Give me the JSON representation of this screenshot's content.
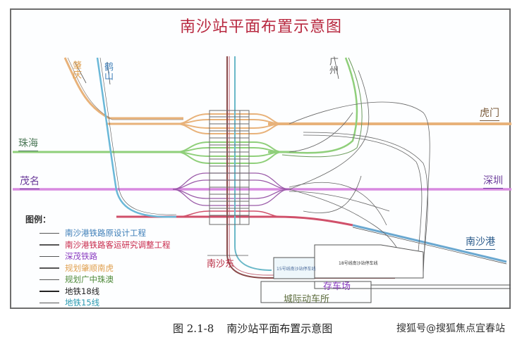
{
  "title": "南沙站平面布置示意图",
  "caption": {
    "figure_number": "图 2.1-8",
    "text": "南沙站平面布置示意图"
  },
  "watermark": "搜狐号@搜狐焦点宜春站",
  "directions": {
    "zhaoqing": "肇庆",
    "heshan": "鹤山",
    "guangzhou": "广州",
    "humen": "虎门",
    "zhuhai": "珠海",
    "maoming": "茂名",
    "shenzhen": "深圳",
    "nanshagang": "南沙港",
    "nansha": "南沙东"
  },
  "facilities": {
    "metro_box_left": "15号线南沙站停车线",
    "metro_box_right": "18号线南沙站停车线",
    "storage_yard": "存车场",
    "emu_depot": "城际动车所"
  },
  "legend": {
    "title": "图例：",
    "items": [
      {
        "label": "南沙港铁路原设计工程",
        "color": "#3f7fb8"
      },
      {
        "label": "南沙港铁路客运研究调整工程",
        "color": "#c8284a"
      },
      {
        "label": "深茂铁路",
        "color": "#8a3cc0"
      },
      {
        "label": "规划肇顺南虎",
        "color": "#e0a050"
      },
      {
        "label": "规划广中珠澳",
        "color": "#4f8a3a"
      },
      {
        "label": "地铁18线",
        "color": "#222222"
      },
      {
        "label": "地铁15线",
        "color": "#2a9ab0"
      }
    ]
  },
  "colors": {
    "orange_line": "#e8b27a",
    "green_line": "#8fcf7a",
    "purple_line": "#d88ae0",
    "red_line": "#d0506a",
    "blue_line": "#6aa8d0",
    "metro18": "#7a3a3a",
    "metro15": "#6ab8c8",
    "title": "#b8283f"
  }
}
